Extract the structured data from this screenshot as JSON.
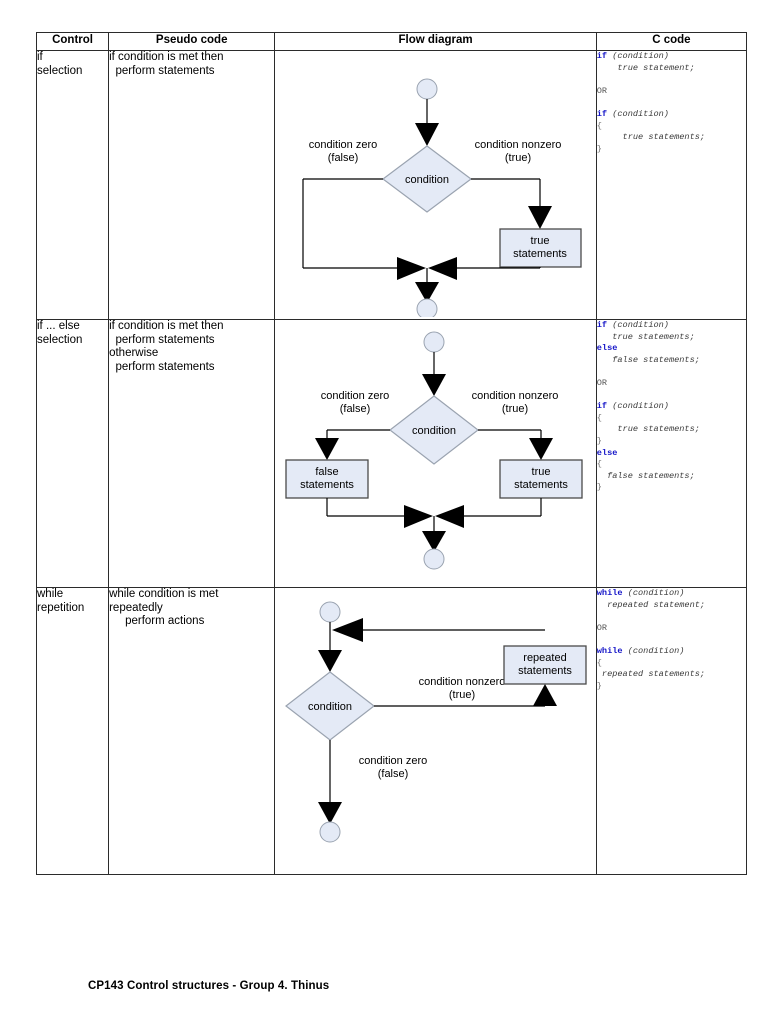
{
  "document": {
    "footer": "CP143 Control structures - Group 4. Thinus"
  },
  "table": {
    "headers": {
      "control": "Control",
      "pseudo": "Pseudo code",
      "flow": "Flow diagram",
      "ccode": "C code"
    },
    "rows": [
      {
        "id": "if-selection",
        "control": [
          "if",
          "selection"
        ],
        "pseudo": [
          "if condition is met then",
          "  perform statements"
        ],
        "ccode": [
          {
            "kw": "if",
            "rest": " (condition)"
          },
          {
            "kw": "",
            "rest": "    true statement;"
          },
          {
            "blank": true
          },
          {
            "plain": "OR"
          },
          {
            "blank": true
          },
          {
            "kw": "if",
            "rest": " (condition)"
          },
          {
            "brace": "{"
          },
          {
            "kw": "",
            "rest": "     true statements;"
          },
          {
            "brace": "}"
          }
        ],
        "diagram": {
          "type": "if-selection",
          "start_node": "start",
          "end_node": "end",
          "decision": "condition",
          "false_label": [
            "condition zero",
            "(false)"
          ],
          "true_label": [
            "condition nonzero",
            "(true)"
          ],
          "boxes": [
            [
              "true",
              "statements"
            ]
          ]
        }
      },
      {
        "id": "if-else-selection",
        "control": [
          "if ... else",
          "selection"
        ],
        "pseudo": [
          "if condition is met then",
          "  perform statements",
          "otherwise",
          "  perform statements"
        ],
        "ccode": [
          {
            "kw": "if",
            "rest": " (condition)"
          },
          {
            "kw": "",
            "rest": "   true statements;"
          },
          {
            "kw": "else",
            "rest": ""
          },
          {
            "kw": "",
            "rest": "   false statements;"
          },
          {
            "blank": true
          },
          {
            "plain": "OR"
          },
          {
            "blank": true
          },
          {
            "kw": "if",
            "rest": " (condition)"
          },
          {
            "brace": "{"
          },
          {
            "kw": "",
            "rest": "    true statements;"
          },
          {
            "brace": "}"
          },
          {
            "kw": "else",
            "rest": ""
          },
          {
            "brace": "{"
          },
          {
            "kw": "",
            "rest": "  false statements;"
          },
          {
            "brace": "}"
          }
        ],
        "diagram": {
          "type": "if-else-selection",
          "start_node": "start",
          "end_node": "end",
          "decision": "condition",
          "false_label": [
            "condition zero",
            "(false)"
          ],
          "true_label": [
            "condition nonzero",
            "(true)"
          ],
          "boxes": [
            [
              "false",
              "statements"
            ],
            [
              "true",
              "statements"
            ]
          ]
        }
      },
      {
        "id": "while-repetition",
        "control": [
          "while",
          "repetition"
        ],
        "pseudo": [
          "while condition is met",
          "repeatedly",
          "     perform actions"
        ],
        "ccode": [
          {
            "kw": "while",
            "rest": " (condition)"
          },
          {
            "kw": "",
            "rest": "  repeated statement;"
          },
          {
            "blank": true
          },
          {
            "plain": "OR"
          },
          {
            "blank": true
          },
          {
            "kw": "while",
            "rest": " (condition)"
          },
          {
            "brace": "{"
          },
          {
            "kw": "",
            "rest": " repeated statements;"
          },
          {
            "brace": "}"
          }
        ],
        "diagram": {
          "type": "while-repetition",
          "start_node": "start",
          "end_node": "end",
          "decision": "condition",
          "false_label": [
            "condition zero",
            "(false)"
          ],
          "true_label": [
            "condition nonzero",
            "(true)"
          ],
          "boxes": [
            [
              "repeated",
              "statements"
            ]
          ]
        }
      }
    ]
  },
  "colors": {
    "shape_fill": "#E4EAF6",
    "shape_stroke": "#9aa3b0",
    "box_stroke": "#4a4a4a",
    "arrow_fill": "#000000",
    "line": "#000000",
    "keyword": "#1616c8",
    "border": "#2b2b2b"
  }
}
